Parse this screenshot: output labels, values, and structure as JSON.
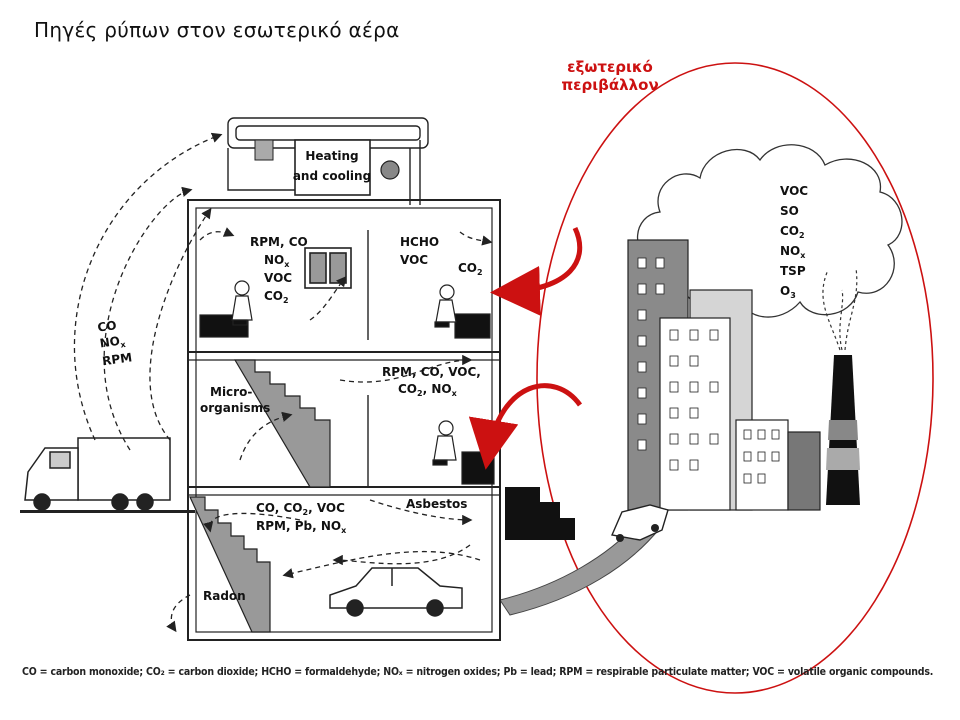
{
  "title": "Πηγές ρύπων στον εσωτερικό αέρα",
  "outdoor_label": {
    "line1": "εξωτερικό",
    "line2": "περιβάλλον"
  },
  "hvac": {
    "line1": "Heating",
    "line2": "and cooling"
  },
  "room_top_left": {
    "l1": "RPM, CO",
    "l2": "NO",
    "l2sub": "x",
    "l3": "VOC",
    "l4": "CO",
    "l4sub": "2"
  },
  "room_top_mid": {
    "l1": "HCHO",
    "l2": "VOC"
  },
  "room_top_right": {
    "l1": "CO",
    "l1sub": "2"
  },
  "room_mid": {
    "l1": "RPM, CO, VOC,",
    "l2": "CO",
    "l2sub": "2",
    "l2b": ", NO",
    "l2bsub": "x"
  },
  "micro": {
    "l1": "Micro-",
    "l2": "organisms"
  },
  "basement": {
    "l1": "CO, CO",
    "l1sub": "2",
    "l1b": ", VOC",
    "l2": "RPM, Pb, NO",
    "l2sub": "x"
  },
  "asbestos": "Asbestos",
  "radon": "Radon",
  "truck_emissions": {
    "l1": "CO",
    "l2": "NO",
    "l2sub": "x",
    "l3": "RPM"
  },
  "cloud": {
    "l1": "VOC",
    "l2": "SO",
    "l3": "CO",
    "l3sub": "2",
    "l4": "NO",
    "l4sub": "x",
    "l5": "TSP",
    "l6": "O",
    "l6sub": "3"
  },
  "legend": "CO = carbon monoxide; CO₂ = carbon dioxide; HCHO = formaldehyde; NOₓ = nitrogen oxides; Pb = lead; RPM = respirable particulate matter; VOC = volatile organic compounds.",
  "colors": {
    "accent_red": "#cc1111",
    "dark": "#222222",
    "grey": "#8a8a8a"
  }
}
